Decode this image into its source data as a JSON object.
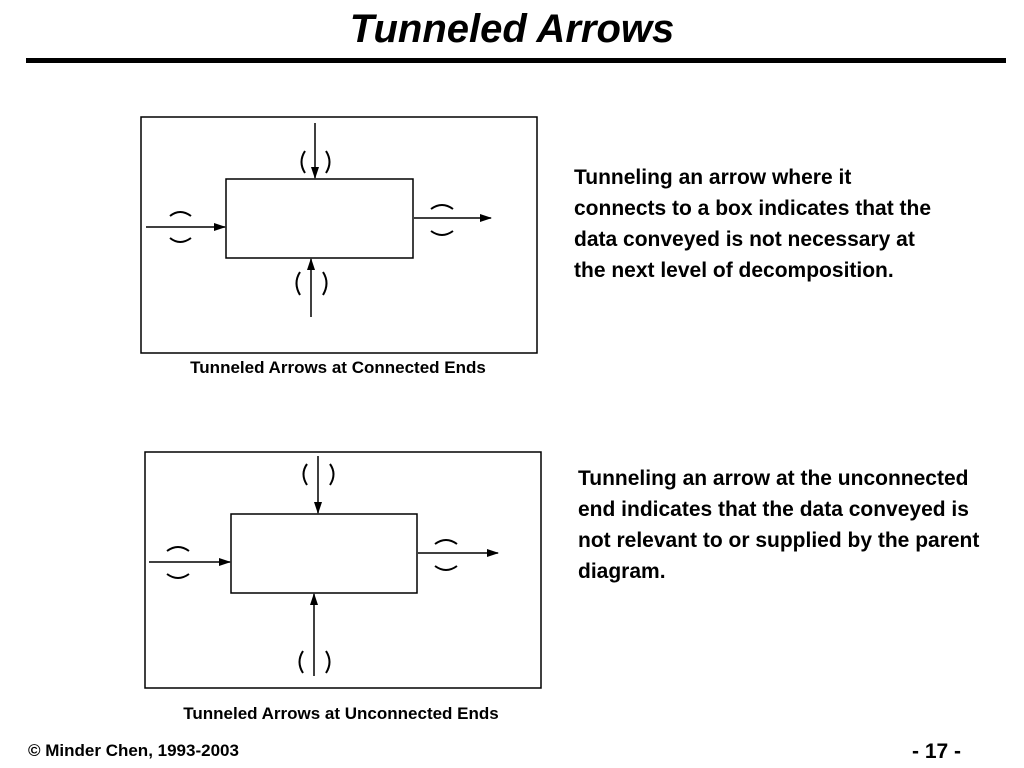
{
  "slide": {
    "title": "Tunneled Arrows",
    "footer": "© Minder Chen, 1993-2003",
    "page_number": "- 17 -"
  },
  "diagrams": [
    {
      "caption": "Tunneled Arrows at Connected Ends",
      "description": "Tunneling an arrow where it connects to a box indicates that the data conveyed is not necessary at the next level of decomposition."
    },
    {
      "caption": "Tunneled Arrows at Unconnected Ends",
      "description": "Tunneling an arrow at the unconnected end indicates that the data conveyed is not relevant to or supplied by the parent diagram."
    }
  ],
  "icons": [
    "downward-arrow-icon",
    "upward-arrow-icon",
    "rightward-arrow-icon",
    "tunnel-parenthesis-icon"
  ]
}
